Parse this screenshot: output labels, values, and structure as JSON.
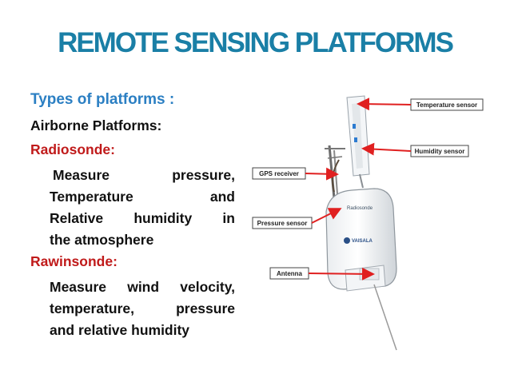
{
  "slide": {
    "title": "REMOTE SENSING PLATFORMS",
    "subtitle": "Types of platforms :",
    "airborne_heading": "Airborne Platforms:",
    "radiosonde": {
      "heading": "Radiosonde:",
      "description_lines": [
        [
          "Measure",
          "pressure,"
        ],
        [
          "Temperature",
          "and"
        ],
        [
          "Relative",
          "humidity",
          "in"
        ],
        [
          "the atmosphere"
        ]
      ]
    },
    "rawinsonde": {
      "heading": "Rawinsonde:",
      "description_lines": [
        [
          "Measure",
          "wind",
          "velocity,"
        ],
        [
          "temperature,",
          "pressure"
        ],
        [
          "and relative humidity"
        ]
      ]
    }
  },
  "figure": {
    "labels": {
      "temperature_sensor": "Temperature sensor",
      "humidity_sensor": "Humidity sensor",
      "gps_receiver": "GPS receiver",
      "pressure_sensor": "Pressure sensor",
      "antenna": "Antenna"
    },
    "device_text": {
      "model": "Radiosonde",
      "brand": "VAISALA"
    }
  },
  "colors": {
    "title": "#1a7fa6",
    "subtitle": "#2b7fc3",
    "heading_red": "#c01a1a",
    "arrow_red": "#e02020"
  }
}
